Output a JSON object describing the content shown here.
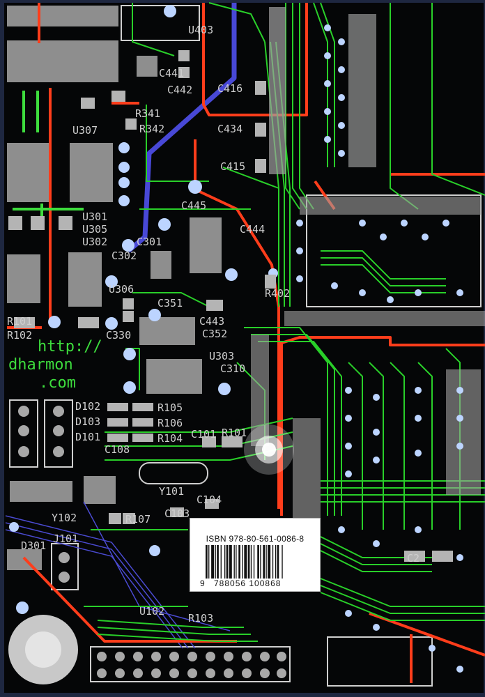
{
  "cover": {
    "board_labels": [
      "U403",
      "C441",
      "C442",
      "C416",
      "C434",
      "C415",
      "C445",
      "C444",
      "U307",
      "R341",
      "R342",
      "U301",
      "U305",
      "U302",
      "C301",
      "C302",
      "U306",
      "C351",
      "C352",
      "C443",
      "R402",
      "R101",
      "R102",
      "C330",
      "U303",
      "C310",
      "D102",
      "D103",
      "D101",
      "R105",
      "R106",
      "R104",
      "C101",
      "R101",
      "C108",
      "Y101",
      "C103",
      "C104",
      "Y102",
      "R107",
      "J101",
      "D301",
      "U102",
      "R103",
      "C2"
    ],
    "url_text": [
      "http://",
      "dharmon",
      ".com"
    ],
    "isbn_text": "ISBN 978-80-561-0086-8",
    "ean_first": "9",
    "ean_rest": "788056 100868"
  },
  "colors": {
    "board": "#050607",
    "pad": "#9a9a9a",
    "trace_green": "#2ad12a",
    "trace_red": "#ff3b1a",
    "trace_blue": "#4a4ad8",
    "via": "#bfd6ff",
    "silk": "#d8d8d8"
  }
}
